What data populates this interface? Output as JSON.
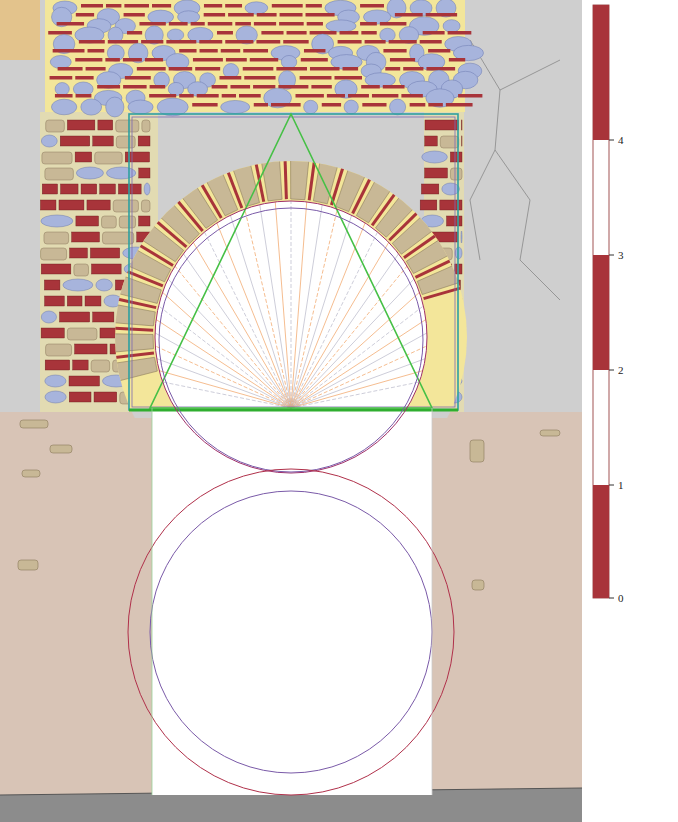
{
  "diagram": {
    "labels": [
      "4",
      "3",
      "2",
      "1",
      "0"
    ]
  }
}
